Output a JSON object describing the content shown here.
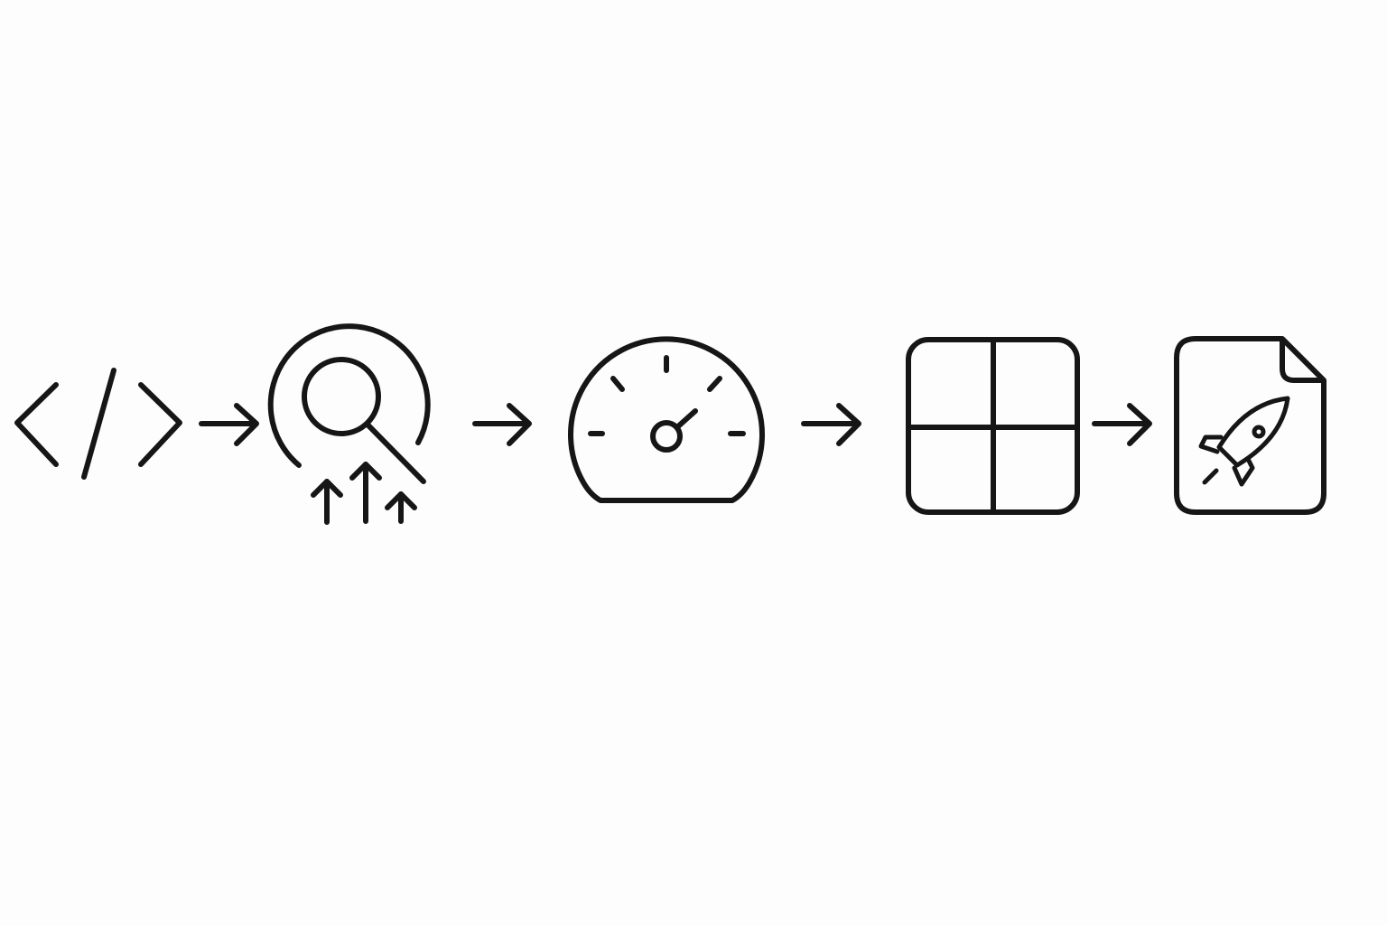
{
  "diagram": {
    "type": "process-flow",
    "colors": {
      "background": "#fdfdfd",
      "stroke": "#161616"
    },
    "steps": [
      {
        "id": "code",
        "icon": "code-brackets-icon"
      },
      {
        "id": "seo",
        "icon": "search-ranking-icon"
      },
      {
        "id": "performance",
        "icon": "speedometer-icon"
      },
      {
        "id": "layout",
        "icon": "grid-layout-icon"
      },
      {
        "id": "launch",
        "icon": "document-rocket-icon"
      }
    ],
    "connectors": [
      {
        "from": "code",
        "to": "seo",
        "icon": "arrow-right-icon"
      },
      {
        "from": "seo",
        "to": "performance",
        "icon": "arrow-right-icon"
      },
      {
        "from": "performance",
        "to": "layout",
        "icon": "arrow-right-icon"
      },
      {
        "from": "layout",
        "to": "launch",
        "icon": "arrow-right-icon"
      }
    ]
  }
}
